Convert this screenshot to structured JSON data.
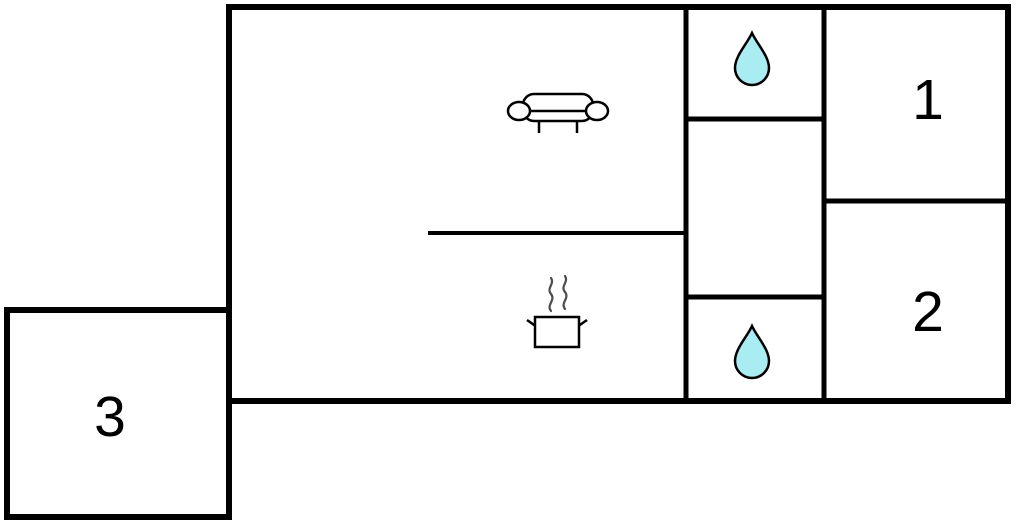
{
  "floorplan": {
    "rooms": [
      {
        "id": "room-1",
        "label": "1"
      },
      {
        "id": "room-2",
        "label": "2"
      },
      {
        "id": "room-3",
        "label": "3"
      }
    ],
    "icons": [
      "sofa-icon",
      "stove-pot-icon",
      "steam-icon",
      "water-drop-icon-top",
      "water-drop-icon-bottom"
    ],
    "colors": {
      "wall": "#000000",
      "background": "#ffffff",
      "water_drop": "#a9ecf2",
      "steam": "#4d4d4d"
    }
  }
}
